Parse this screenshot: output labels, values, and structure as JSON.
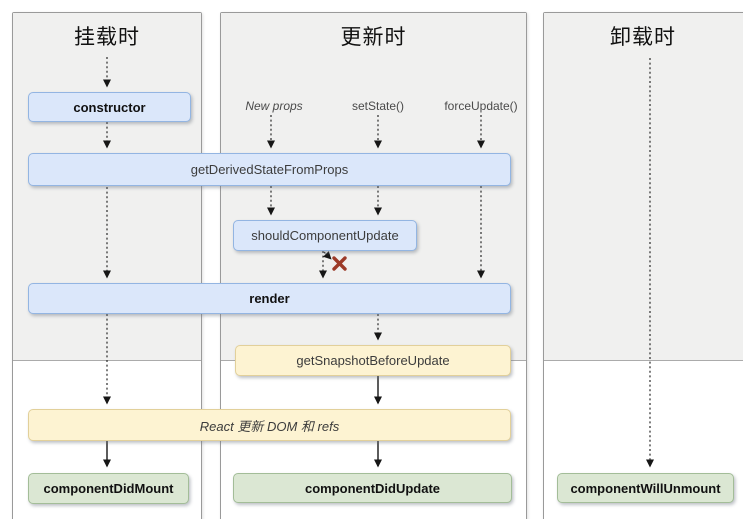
{
  "columns": [
    {
      "title": "挂载时"
    },
    {
      "title": "更新时"
    },
    {
      "title": "卸载时"
    }
  ],
  "triggers": {
    "new_props": "New props",
    "set_state": "setState()",
    "force_update": "forceUpdate()"
  },
  "boxes": {
    "ctor": "constructor",
    "get_derived_state_from_props": "getDerivedStateFromProps",
    "should_component_update": "shouldComponentUpdate",
    "render": "render",
    "get_snapshot_before_update": "getSnapshotBeforeUpdate",
    "react_updates_dom": "React 更新 DOM 和 refs",
    "component_did_mount": "componentDidMount",
    "component_did_update": "componentDidUpdate",
    "component_will_unmount": "componentWillUnmount"
  },
  "icons": {
    "reject_cross": "✗"
  },
  "colors": {
    "blue_fill": "#dbe7fa",
    "blue_border": "#93b5e2",
    "yellow_fill": "#fdf3d2",
    "yellow_border": "#e2d09a",
    "green_fill": "#dbe7d3",
    "green_border": "#a3bd98",
    "panel_bg": "#f0f0ef",
    "panel_border": "#9a9a9a",
    "cross": "#9c3a28"
  }
}
